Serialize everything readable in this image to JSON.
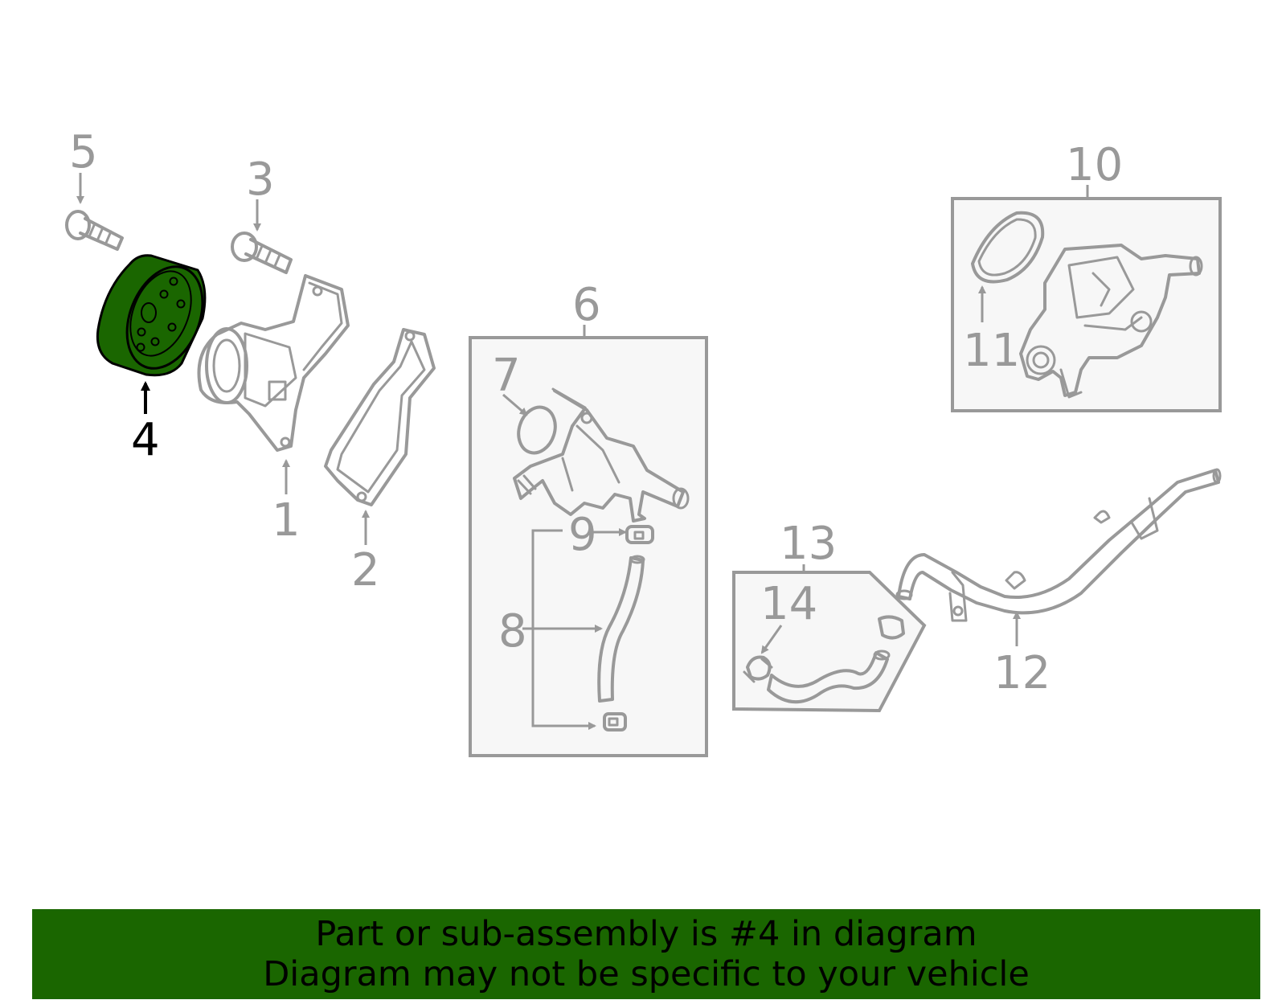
{
  "colors": {
    "line": "#999999",
    "highlight_fill": "#1a6600",
    "highlight_label": "#000000",
    "box_fill": "#f7f7f7",
    "banner_bg": "#1a6600",
    "banner_text": "#000000"
  },
  "diagram": {
    "highlighted_part": "4",
    "callouts": {
      "c1": "1",
      "c2": "2",
      "c3": "3",
      "c4": "4",
      "c5": "5",
      "c6": "6",
      "c7": "7",
      "c8": "8",
      "c9": "9",
      "c10": "10",
      "c11": "11",
      "c12": "12",
      "c13": "13",
      "c14": "14"
    }
  },
  "banner": {
    "line1": "Part or sub-assembly is #4 in diagram",
    "line2": "Diagram may not be specific to your vehicle"
  }
}
